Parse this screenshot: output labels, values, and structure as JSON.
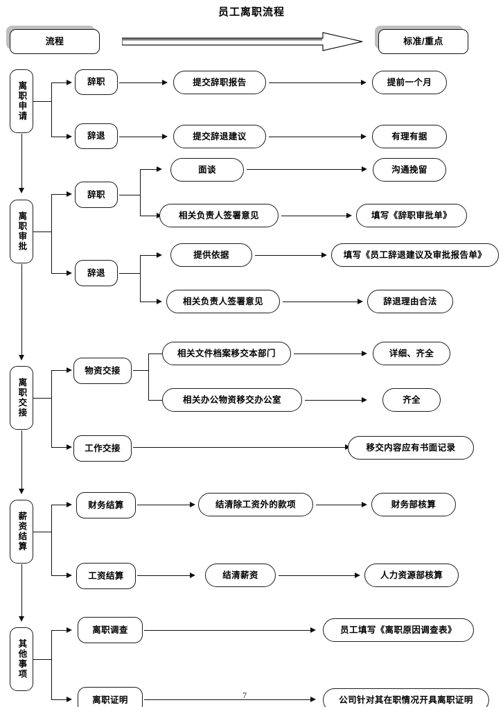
{
  "document": {
    "title": "员工离职流程",
    "page_number": "7"
  },
  "header": {
    "left_box": "流程",
    "right_box": "标准/重点",
    "arrow_icon": "right-block-arrow"
  },
  "stages": [
    {
      "id": "apply",
      "label": "离职申请"
    },
    {
      "id": "approve",
      "label": "离职审批"
    },
    {
      "id": "handover",
      "label": "离职交接"
    },
    {
      "id": "salary",
      "label": "薪资结算"
    },
    {
      "id": "other",
      "label": "其他事项"
    }
  ],
  "nodes": {
    "s1_resign": "辞职",
    "s1_dismiss": "辞退",
    "s1_resign_step": "提交辞职报告",
    "s1_dismiss_step": "提交辞退建议",
    "s1_resign_std": "提前一个月",
    "s1_dismiss_std": "有理有据",
    "s2_resign": "辞职",
    "s2_dismiss": "辞退",
    "s2_interview": "面谈",
    "s2_interview_std": "沟通挽留",
    "s2_sign1": "相关负责人签署意见",
    "s2_sign1_std": "填写《辞职审批单》",
    "s2_evidence": "提供依据",
    "s2_evidence_std": "填写《员工辞退建议及审批报告单》",
    "s2_sign2": "相关负责人签署意见",
    "s2_sign2_std": "辞退理由合法",
    "s3_goods": "物资交接",
    "s3_files": "相关文件档案移交本部门",
    "s3_files_std": "详细、齐全",
    "s3_office": "相关办公物资移交办公室",
    "s3_office_std": "齐全",
    "s3_work": "工作交接",
    "s3_work_std": "移交内容应有书面记录",
    "s4_finance": "财务结算",
    "s4_finance_step": "结清除工资外的款项",
    "s4_finance_std": "财务部核算",
    "s4_wage": "工资结算",
    "s4_wage_step": "结清薪资",
    "s4_wage_std": "人力资源部核算",
    "s5_survey": "离职调查",
    "s5_survey_std": "员工填写《离职原因调查表》",
    "s5_cert": "离职证明",
    "s5_cert_std": "公司针对其在职情况开具离职证明"
  },
  "colors": {
    "stroke": "#0f0f0f",
    "shadow": "#bfbfbf",
    "background": "#ffffff"
  }
}
